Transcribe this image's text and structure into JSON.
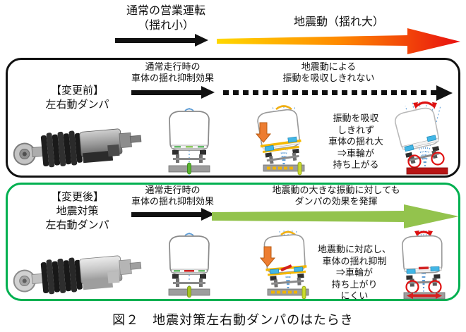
{
  "figure": {
    "caption": "図２　地震対策左右動ダンパのはたらき"
  },
  "header": {
    "normal_label_line1": "通常の営業運転",
    "normal_label_line2": "（揺れ小）",
    "seismic_label": "地震動（揺れ大）"
  },
  "before": {
    "title_line1": "【変更前】",
    "title_line2": "左右動ダンパ",
    "normal_label_line1": "通常走行時の",
    "normal_label_line2": "車体の揺れ抑制効果",
    "seismic_label_line1": "地震動による",
    "seismic_label_line2": "振動を吸収しきれない",
    "note_line1": "振動を吸収",
    "note_line2": "しきれず",
    "note_line3": "車体の揺れ大",
    "note_line4": "⇒車輪が",
    "note_line5": "持ち上がる"
  },
  "after": {
    "title_line1": "【変更後】",
    "title_line2": "地震対策",
    "title_line3": "左右動ダンパ",
    "normal_label_line1": "通常走行時の",
    "normal_label_line2": "車体の揺れ抑制効果",
    "seismic_label_line1": "地震動の大きな振動に対しても",
    "seismic_label_line2": "ダンパの効果を発揮",
    "note_line1": "地震動に対応し、",
    "note_line2": "車体の揺れ抑制",
    "note_line3": "⇒車輪が",
    "note_line4": "持ち上がり",
    "note_line5": "にくい"
  },
  "colors": {
    "before_border": "#111111",
    "after_border": "#00b050",
    "green_arrow": "#93c34d",
    "gradient_start": "#ffd800",
    "gradient_end": "#e81010"
  }
}
